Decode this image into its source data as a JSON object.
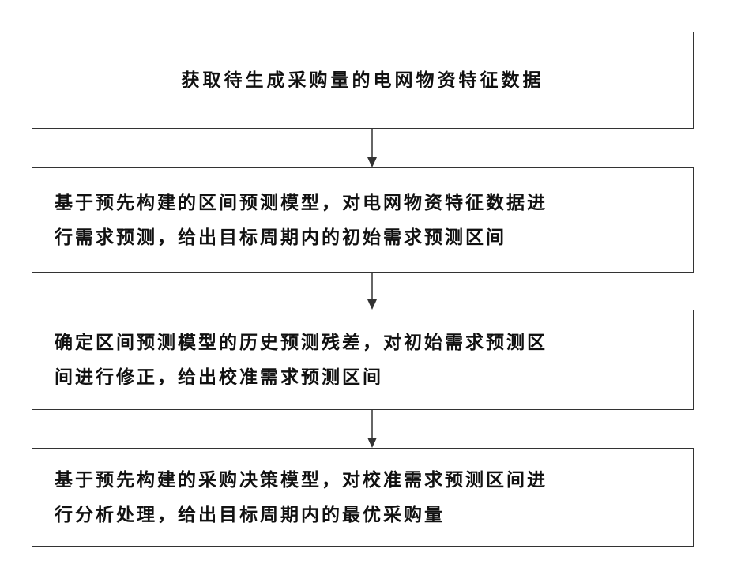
{
  "flowchart": {
    "steps": [
      {
        "text": "获取待生成采购量的电网物资特征数据"
      },
      {
        "text": "基于预先构建的区间预测模型，对电网物资特征数据进\n行需求预测，给出目标周期内的初始需求预测区间"
      },
      {
        "text": "确定区间预测模型的历史预测残差，对初始需求预测区\n间进行修正，给出校准需求预测区间"
      },
      {
        "text": "基于预先构建的采购决策模型，对校准需求预测区间进\n行分析处理，给出目标周期内的最优采购量"
      }
    ]
  }
}
